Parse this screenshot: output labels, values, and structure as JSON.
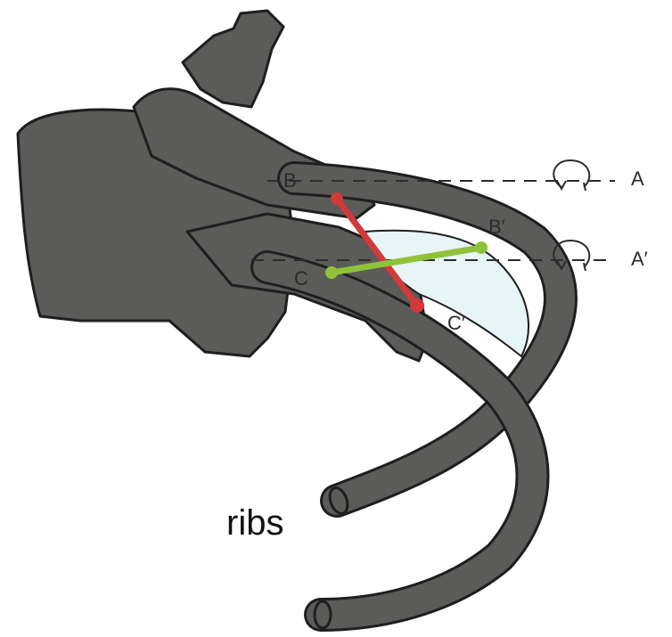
{
  "labels": {
    "a": "A",
    "a_prime": "A′",
    "b": "B",
    "b_prime": "B′",
    "c": "C",
    "c_prime": "C′",
    "ribs": "ribs"
  },
  "colors": {
    "bone": "#5b5b59",
    "outline": "#1e1e1e",
    "bb_line": "#d23a3a",
    "cc_line": "#8fc23a",
    "dashed_axis": "#2b2b2b"
  },
  "icons": {
    "rotation_a": "rotation-arrow-icon",
    "rotation_a_prime": "rotation-arrow-icon"
  }
}
